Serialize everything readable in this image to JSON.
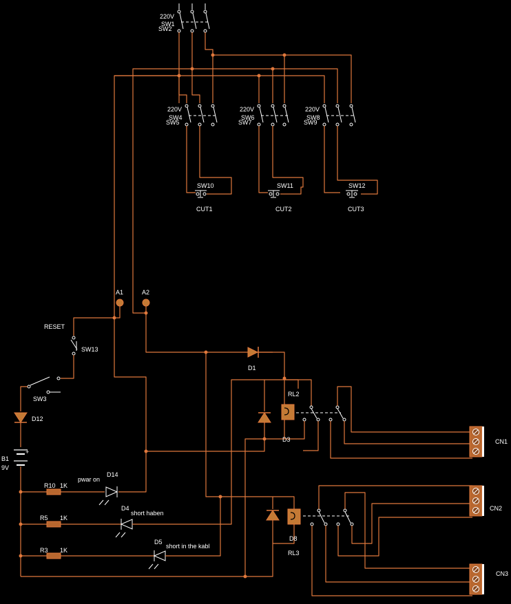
{
  "colors": {
    "background": "#000000",
    "wire": "#e0783c",
    "body": "#b8672f",
    "white": "#ffffff"
  },
  "labels": {
    "v220_1": "220V",
    "sw1": "SW1",
    "sw2": "SW2",
    "v220_2": "220V",
    "sw4": "SW4",
    "sw5": "SW5",
    "v220_3": "220V",
    "sw6": "SW6",
    "sw7": "SW7",
    "v220_4": "220V",
    "sw8": "SW8",
    "sw9": "SW9",
    "sw10": "SW10",
    "sw11": "SW11",
    "sw12": "SW12",
    "cut1": "CUT1",
    "cut2": "CUT2",
    "cut3": "CUT3",
    "a1": "A1",
    "a2": "A2",
    "reset": "RESET",
    "sw13": "SW13",
    "sw3": "SW3",
    "d12": "D12",
    "b1": "B1",
    "b1v": "9V",
    "plus": "+",
    "d1": "D1",
    "rl2": "RL2",
    "d3": "D3",
    "r10": "R10",
    "r10v": "1K",
    "d14": "D14",
    "d14t": "pwar on",
    "r5": "R5",
    "r5v": "1K",
    "d4": "D4",
    "d4t": "short haben",
    "r3": "R3",
    "r3v": "1K",
    "d5": "D5",
    "d5t": "short in the kabl",
    "d8": "D8",
    "rl3": "RL3",
    "cn1": "CN1",
    "cn2": "CN2",
    "cn3": "CN3"
  }
}
